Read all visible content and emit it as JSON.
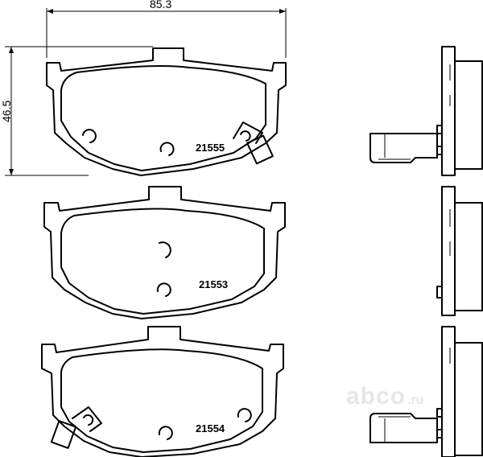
{
  "dimensions": {
    "width_label": "85.3",
    "height_label": "46.5"
  },
  "pads": [
    {
      "part_number": "21555",
      "has_wear_sensor": true,
      "sensor_side": "right"
    },
    {
      "part_number": "21553",
      "has_wear_sensor": false
    },
    {
      "part_number": "21554",
      "has_wear_sensor": true,
      "sensor_side": "left"
    }
  ],
  "watermark": {
    "main": "abco",
    "suffix": ".ru"
  },
  "colors": {
    "line": "#000000",
    "watermark": "#e6e6e6"
  }
}
